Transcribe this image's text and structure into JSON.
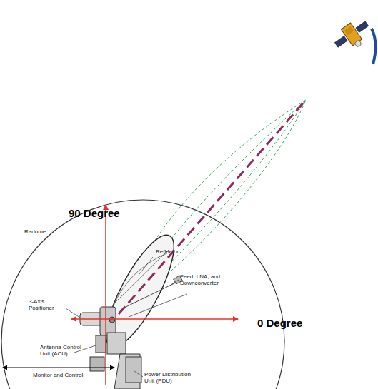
{
  "diagram": {
    "labels": [
      "90 Degree",
      "0 Degree",
      "Radome",
      "Reflector",
      "Feed, LNA, and Downconverter",
      "3-Axis Positioner",
      "Antenna Control Unit (ACU)",
      "Monitor and Control",
      "Power Distribution Unit (PDU)"
    ]
  }
}
